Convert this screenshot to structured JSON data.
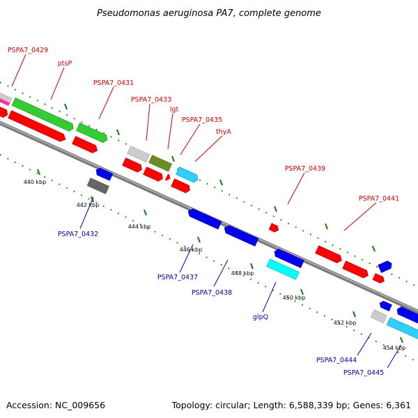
{
  "title": "Pseudomonas aeruginosa PA7, complete genome",
  "footer": {
    "accession": "Accession: NC_009656",
    "summary": "Topology: circular; Length: 6,588,339 bp; Genes: 6,361"
  },
  "colors": {
    "backbone": "#8a8a8a",
    "forward_label": "#cc0000",
    "reverse_label": "#0000aa",
    "tick_major": "#1e7d1e",
    "tick_minor": "#1e7d1e"
  },
  "ticks": [
    "440 kbp",
    "442 kbp",
    "444 kbp",
    "446 kbp",
    "448 kbp",
    "450 kbp",
    "452 kbp",
    "454 kbp"
  ],
  "gene_labels": {
    "forward": [
      "PSPA7_0429",
      "ptsP",
      "PSPA7_0431",
      "PSPA7_0433",
      "lgt",
      "PSPA7_0435",
      "thyA",
      "PSPA7_0439",
      "PSPA7_0441"
    ],
    "reverse": [
      "PSPA7_0432",
      "PSPA7_0437",
      "PSPA7_0438",
      "glpQ",
      "PSPA7_0444",
      "PSPA7_0445"
    ]
  }
}
